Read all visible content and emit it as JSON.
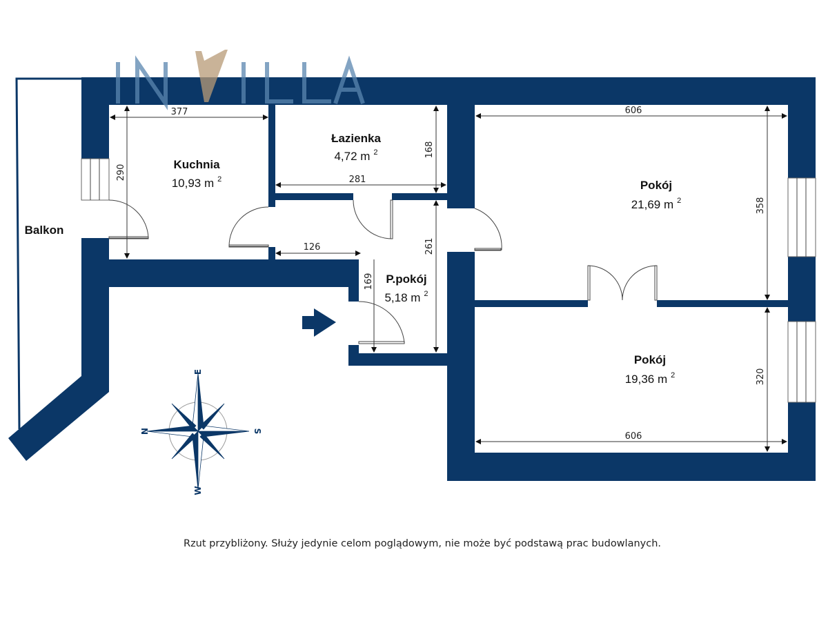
{
  "logo": {
    "text": "INVILLA"
  },
  "colors": {
    "wall": "#0b3767",
    "logo_blue": "#5a86b0",
    "logo_gold": "#b89a76"
  },
  "rooms": [
    {
      "name": "Kuchnia",
      "area": "10,93 m",
      "unit_exp": "2"
    },
    {
      "name": "Łazienka",
      "area": "4,72 m",
      "unit_exp": "2"
    },
    {
      "name": "Pokój",
      "area": "21,69 m",
      "unit_exp": "2"
    },
    {
      "name": "P.pokój",
      "area": "5,18 m",
      "unit_exp": "2"
    },
    {
      "name": "Pokój",
      "area": "19,36 m",
      "unit_exp": "2"
    },
    {
      "name": "Balkon"
    }
  ],
  "dimensions": {
    "kitchen_width": "377",
    "kitchen_height": "290",
    "bath_width": "281",
    "bath_height": "168",
    "hall_width": "126",
    "hall_height": "261",
    "entry_height": "169",
    "room1_width": "606",
    "room1_height": "358",
    "room2_width": "606",
    "room2_height": "320"
  },
  "compass": {
    "n": "N",
    "e": "E",
    "s": "S",
    "w": "W"
  },
  "footer_note": "Rzut przybliżony. Służy jedynie celom poglądowym, nie może być podstawą prac budowlanych."
}
